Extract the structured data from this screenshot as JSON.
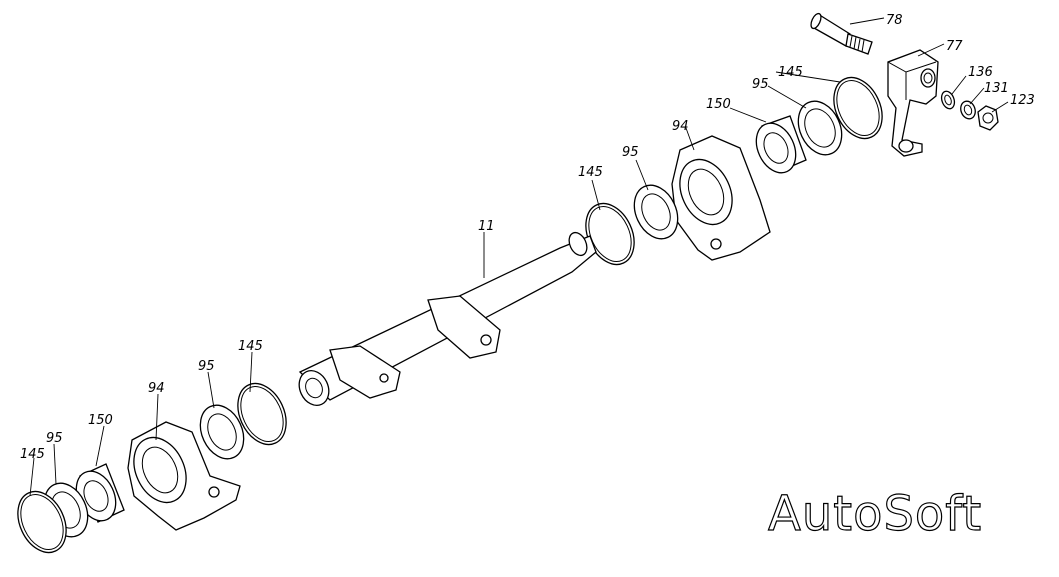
{
  "watermark": "AutoSoft",
  "labels": {
    "p78": "78",
    "p77": "77",
    "p136": "136",
    "p131": "131",
    "p123": "123",
    "p145_a": "145",
    "p95_a": "95",
    "p150_a": "150",
    "p94_a": "94",
    "p95_b": "95",
    "p145_b": "145",
    "p11": "11",
    "p145_c": "145",
    "p95_c": "95",
    "p94_b": "94",
    "p150_b": "150",
    "p95_d": "95",
    "p145_d": "145"
  }
}
